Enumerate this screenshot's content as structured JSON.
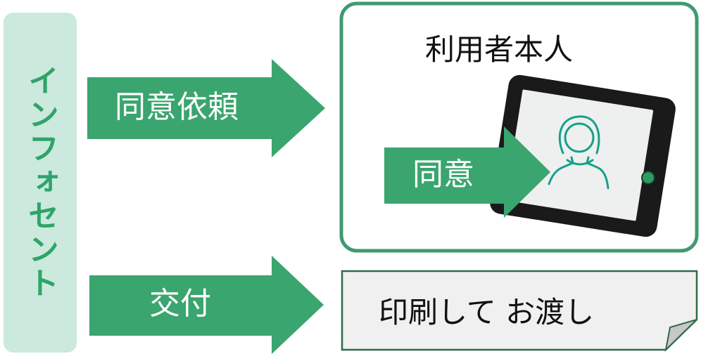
{
  "colors": {
    "arrow_green": "#3aa56e",
    "label_bg": "#cbe9dc",
    "label_text": "#2ea46a",
    "box_border": "#3f9a6f",
    "paper_border": "#2f6a48"
  },
  "sender": {
    "label": "インフォセント"
  },
  "arrows": {
    "consent_request": "同意依頼",
    "delivery": "交付",
    "consent": "同意"
  },
  "user_box": {
    "title": "利用者本人",
    "device_icon": "tablet-icon",
    "person_icon": "person-icon"
  },
  "paper": {
    "label": "印刷して お渡し",
    "corner_icon": "folded-corner-icon"
  }
}
